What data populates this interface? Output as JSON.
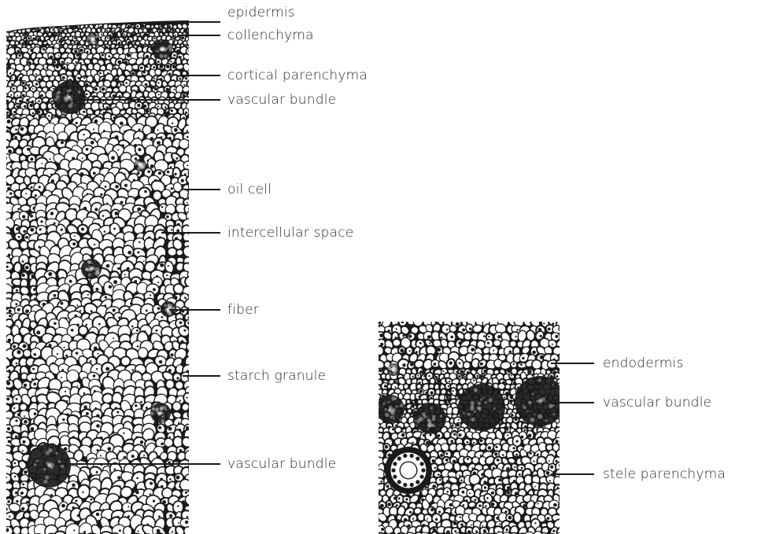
{
  "left_section": {
    "labels": {
      "epidermis": "epidermis",
      "collenchyma": "collenchyma",
      "cortical_parenchyma": "cortical parenchyma",
      "vascular_bundle_upper": "vascular bundle",
      "oil_cell": "oil cell",
      "intercellular_space": "intercellular space",
      "fiber": "fiber",
      "starch_granule": "starch granule",
      "vascular_bundle_lower": "vascular bundle"
    }
  },
  "right_section": {
    "labels": {
      "endodermis": "endodermis",
      "vascular_bundle": "vascular bundle",
      "stele_parenchyma": "stele parenchyma"
    }
  },
  "colors": {
    "ink": "#1a1a1a",
    "paper": "#ffffff",
    "text": "#2a2a2a"
  }
}
